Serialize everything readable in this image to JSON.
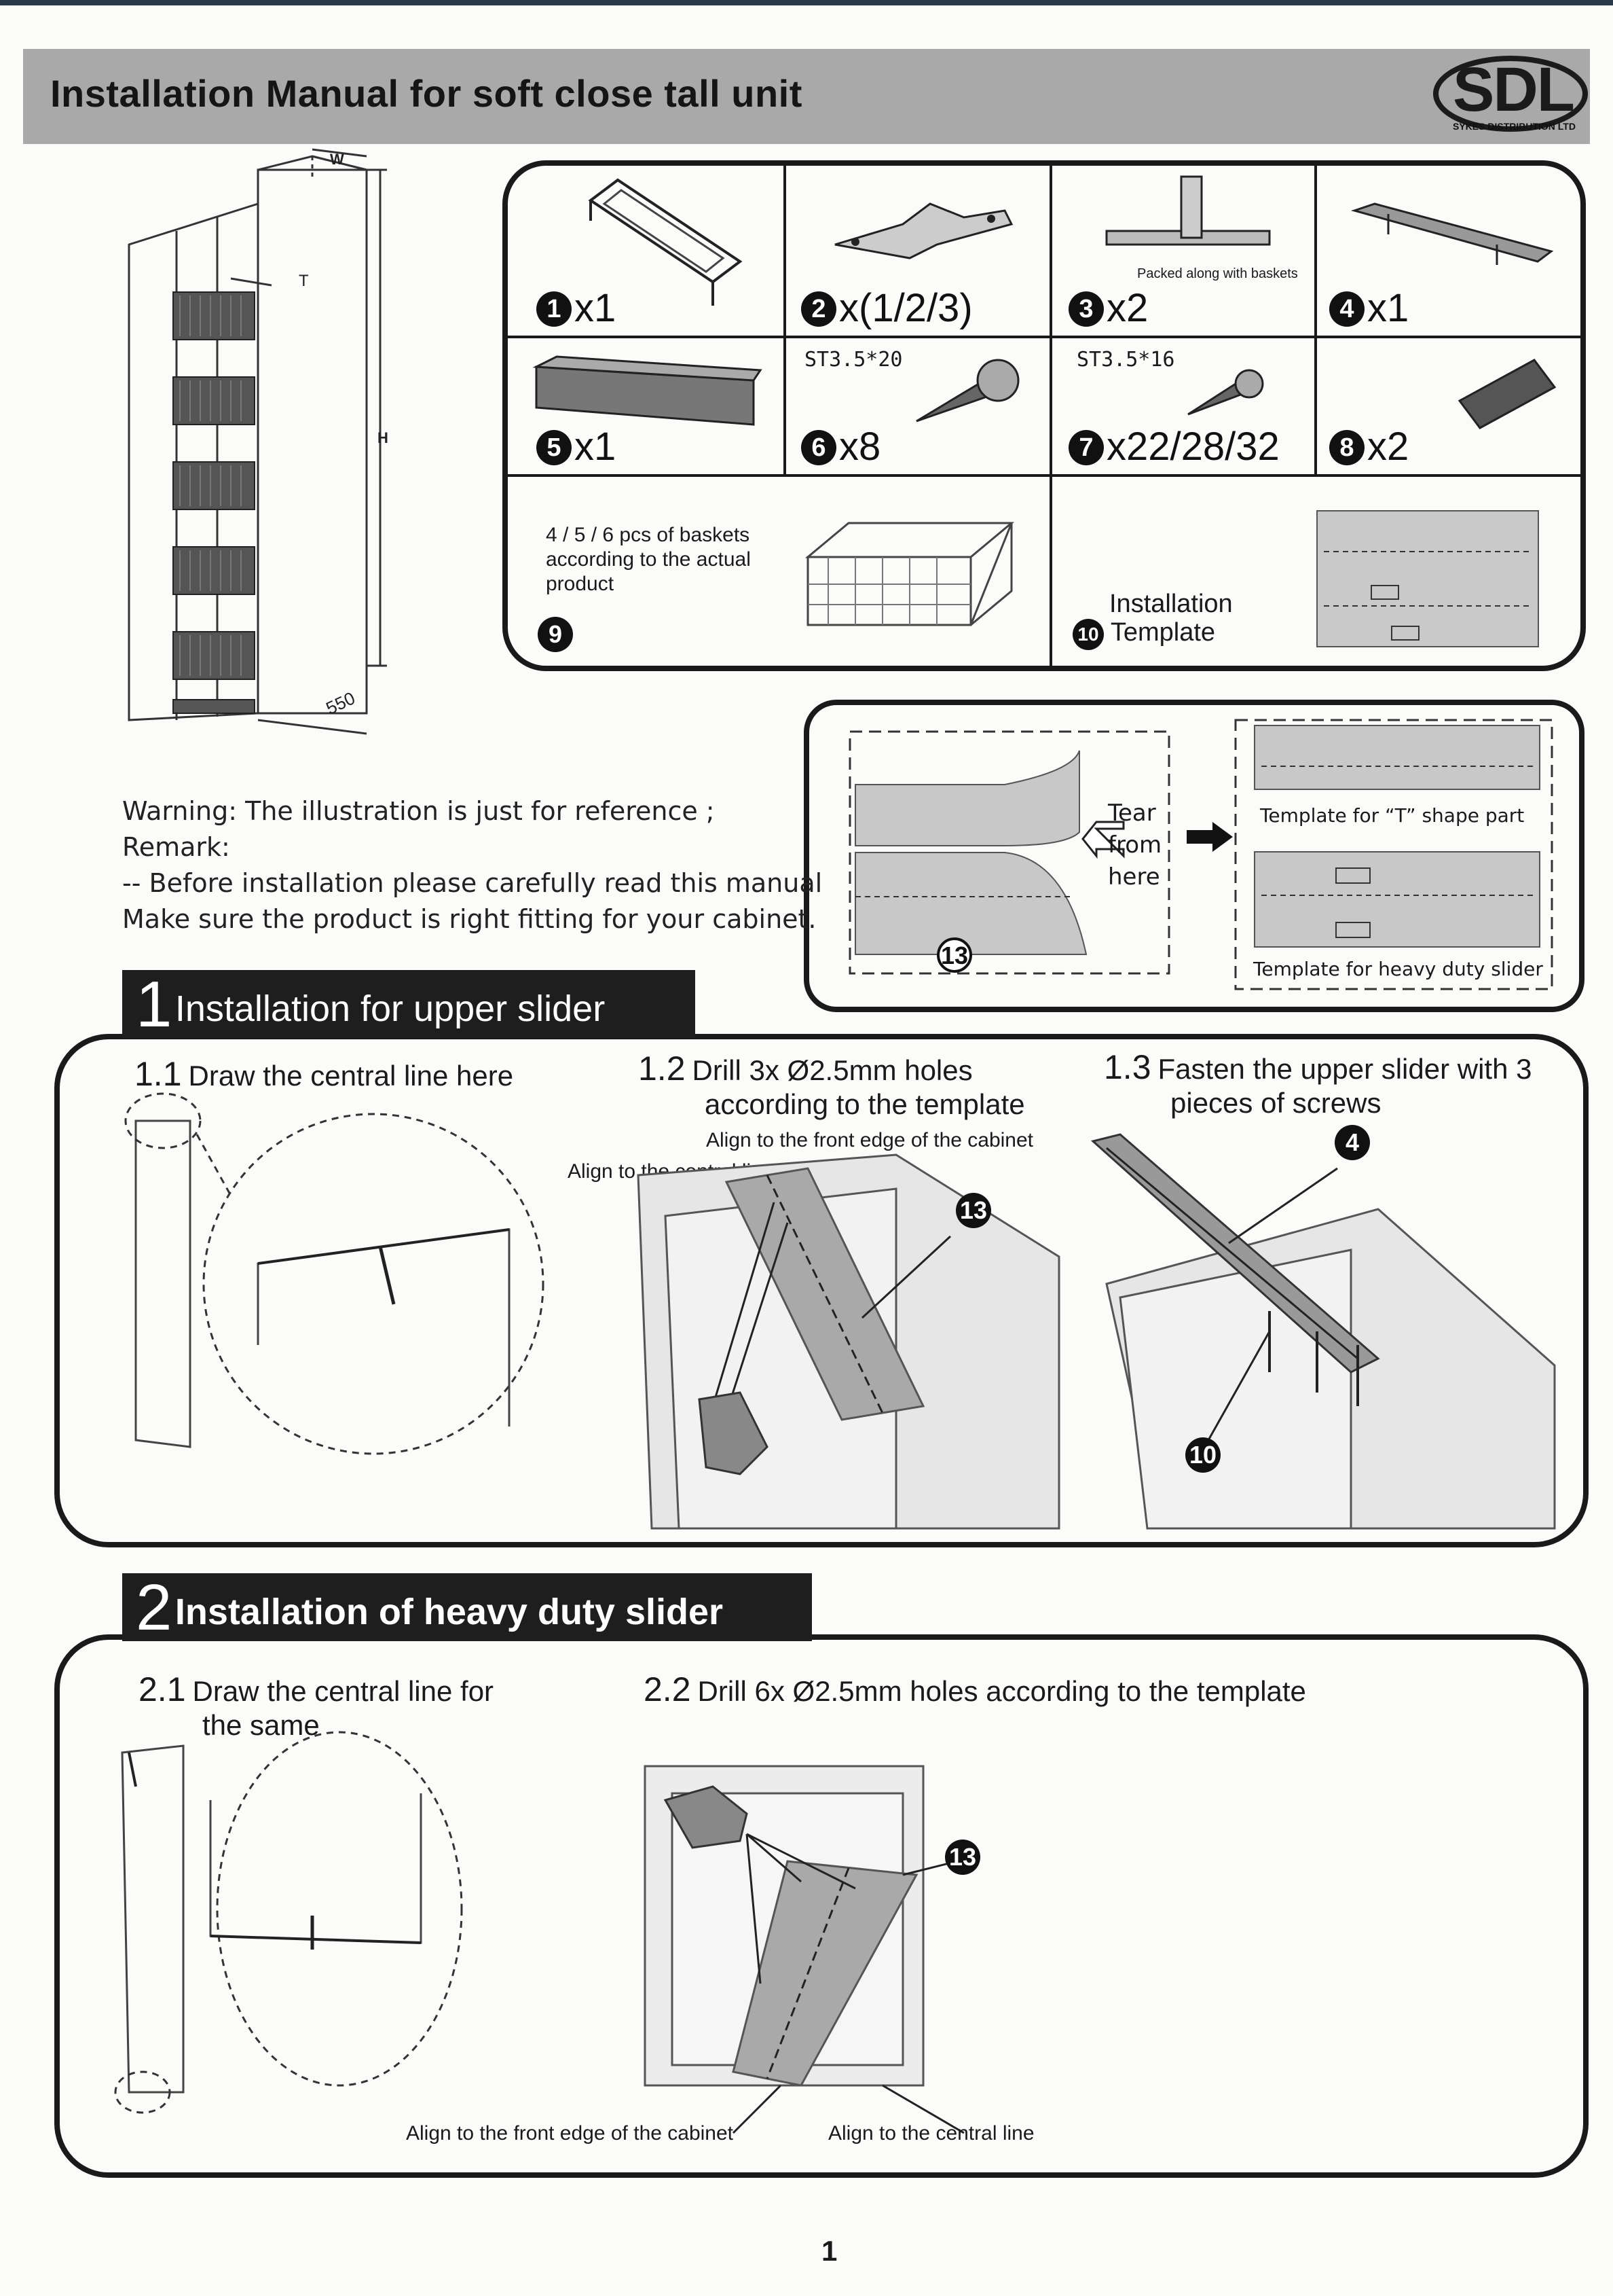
{
  "header": {
    "title": "Installation Manual for soft close tall unit",
    "logo_text": "SDL",
    "logo_subtitle": "SYKES DISTRIBUTION LTD"
  },
  "dimensions": {
    "w": "W",
    "t": "T",
    "h": "H",
    "depth": "550"
  },
  "parts": [
    {
      "num": "1",
      "qty": "x1"
    },
    {
      "num": "2",
      "qty": "x(1/2/3)"
    },
    {
      "num": "3",
      "qty": "x2",
      "note": "Packed along with baskets"
    },
    {
      "num": "4",
      "qty": "x1"
    },
    {
      "num": "5",
      "qty": "x1"
    },
    {
      "num": "6",
      "qty": "x8",
      "spec": "ST3.5*20"
    },
    {
      "num": "7",
      "qty": "x22/28/32",
      "spec": "ST3.5*16"
    },
    {
      "num": "8",
      "qty": "x2"
    },
    {
      "num": "9",
      "desc_lines": [
        "4 / 5 / 6 pcs of baskets",
        "according to the actual",
        "product"
      ]
    },
    {
      "num": "10",
      "label_lines": [
        "Installation",
        "Template"
      ]
    }
  ],
  "template_box": {
    "tear_lines": [
      "Tear",
      "from",
      "here"
    ],
    "ref": "13",
    "t_shape_label": "Template for “T” shape part",
    "heavy_label": "Template for heavy duty slider"
  },
  "warning": {
    "lines": [
      "Warning: The illustration is just for reference ;",
      "Remark:",
      "-- Before installation please carefully read this manual",
      "Make sure the product is right fitting for your cabinet."
    ]
  },
  "section1": {
    "num": "1",
    "title": "Installation for upper slider",
    "steps": [
      {
        "num": "1.1",
        "lines": [
          "Draw the central line here"
        ]
      },
      {
        "num": "1.2",
        "lines": [
          "Drill 3x Ø2.5mm holes",
          "according to the template"
        ],
        "notes": [
          "Align to the front edge of the cabinet",
          "Align to the central line"
        ],
        "ref": "13"
      },
      {
        "num": "1.3",
        "lines": [
          "Fasten the upper slider with 3",
          "pieces of screws"
        ],
        "refs": [
          "4",
          "10"
        ]
      }
    ]
  },
  "section2": {
    "num": "2",
    "title": "Installation of heavy duty slider",
    "steps": [
      {
        "num": "2.1",
        "lines": [
          "Draw the central line for",
          "the same"
        ]
      },
      {
        "num": "2.2",
        "lines": [
          "Drill 6x Ø2.5mm holes according to the template"
        ],
        "ref": "13",
        "notes": [
          "Align to the front edge of the cabinet",
          "Align to the central line"
        ]
      }
    ]
  },
  "page_number": "1"
}
